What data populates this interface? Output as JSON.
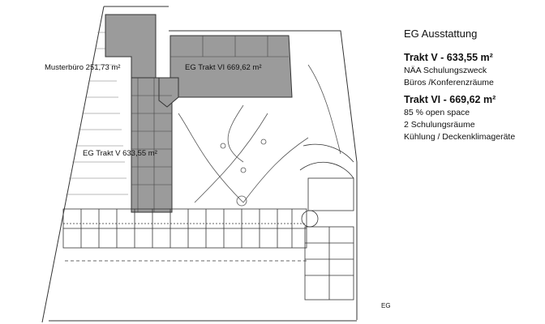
{
  "legend": {
    "title": "EG Ausstattung",
    "sections": [
      {
        "heading": "Trakt V - 633,55 m²",
        "lines": [
          "NÄA Schulungszweck",
          "Büros /Konferenzräume"
        ]
      },
      {
        "heading": "Trakt VI  - 669,62 m²",
        "lines": [
          "85 % open space",
          "2 Schulungsräume",
          "Kühlung / Deckenklimageräte"
        ]
      }
    ]
  },
  "plan": {
    "labels": {
      "musterbuero": "Musterbüro  251,73 m²",
      "trakt6": "EG Trakt VI  669,62 m²",
      "trakt5": "EG Trakt V  633,55 m²",
      "floor": "EG"
    },
    "colors": {
      "highlight": "#9b9b9b",
      "lines": "#333333",
      "background": "#ffffff"
    }
  }
}
